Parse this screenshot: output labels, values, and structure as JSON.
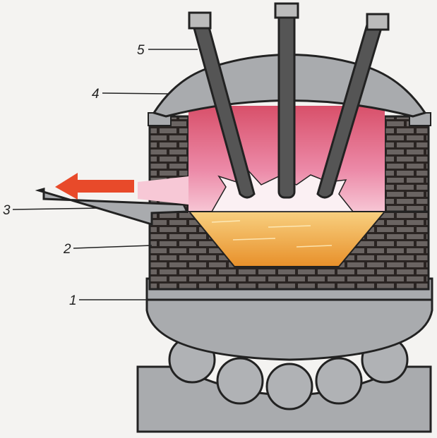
{
  "diagram": {
    "labels": [
      {
        "id": "1",
        "text": "1"
      },
      {
        "id": "2",
        "text": "2"
      },
      {
        "id": "3",
        "text": "3"
      },
      {
        "id": "4",
        "text": "4"
      },
      {
        "id": "5",
        "text": "5"
      }
    ],
    "colors": {
      "steel": "#a9abae",
      "brick": "#2a2422",
      "melt": "#f0a040",
      "chamber": "#e07090",
      "arrow": "#e84a2a"
    }
  }
}
